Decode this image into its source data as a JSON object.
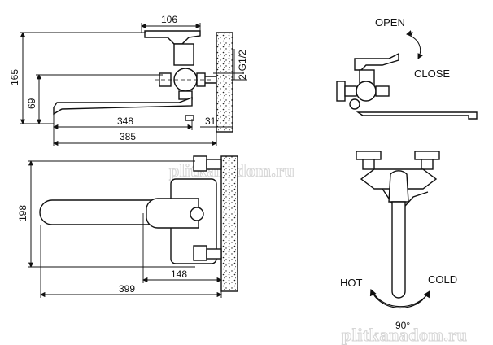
{
  "dimensions": {
    "top_width": "106",
    "height_total": "165",
    "height_spout": "69",
    "spout_reach": "348",
    "overall_length": "385",
    "wall_depth": "31",
    "thread": "2-G1/2",
    "front_height": "198",
    "front_center": "148",
    "front_length": "399"
  },
  "labels": {
    "open": "OPEN",
    "close": "CLOSE",
    "hot": "HOT",
    "cold": "COLD",
    "angle": "90°"
  },
  "watermarks": {
    "top": "plitkanadom.ru",
    "bottom": "plitkanadom.ru"
  }
}
